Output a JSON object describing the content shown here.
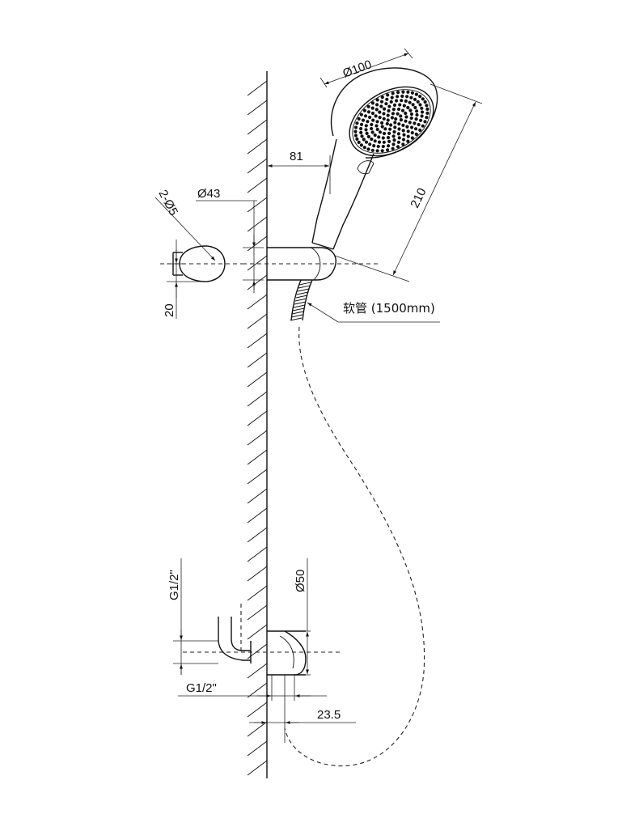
{
  "labels": {
    "head_diameter": "Ø100",
    "head_length": "210",
    "offset": "81",
    "bracket_diameter": "Ø43",
    "mount_holes": "2-Ø5",
    "hole_spacing": "20",
    "hose": "软管 (1500mm)",
    "outlet_diameter": "Ø50",
    "thread_vertical": "G1/2\"",
    "thread_horizontal": "G1/2\"",
    "depth": "23.5"
  }
}
